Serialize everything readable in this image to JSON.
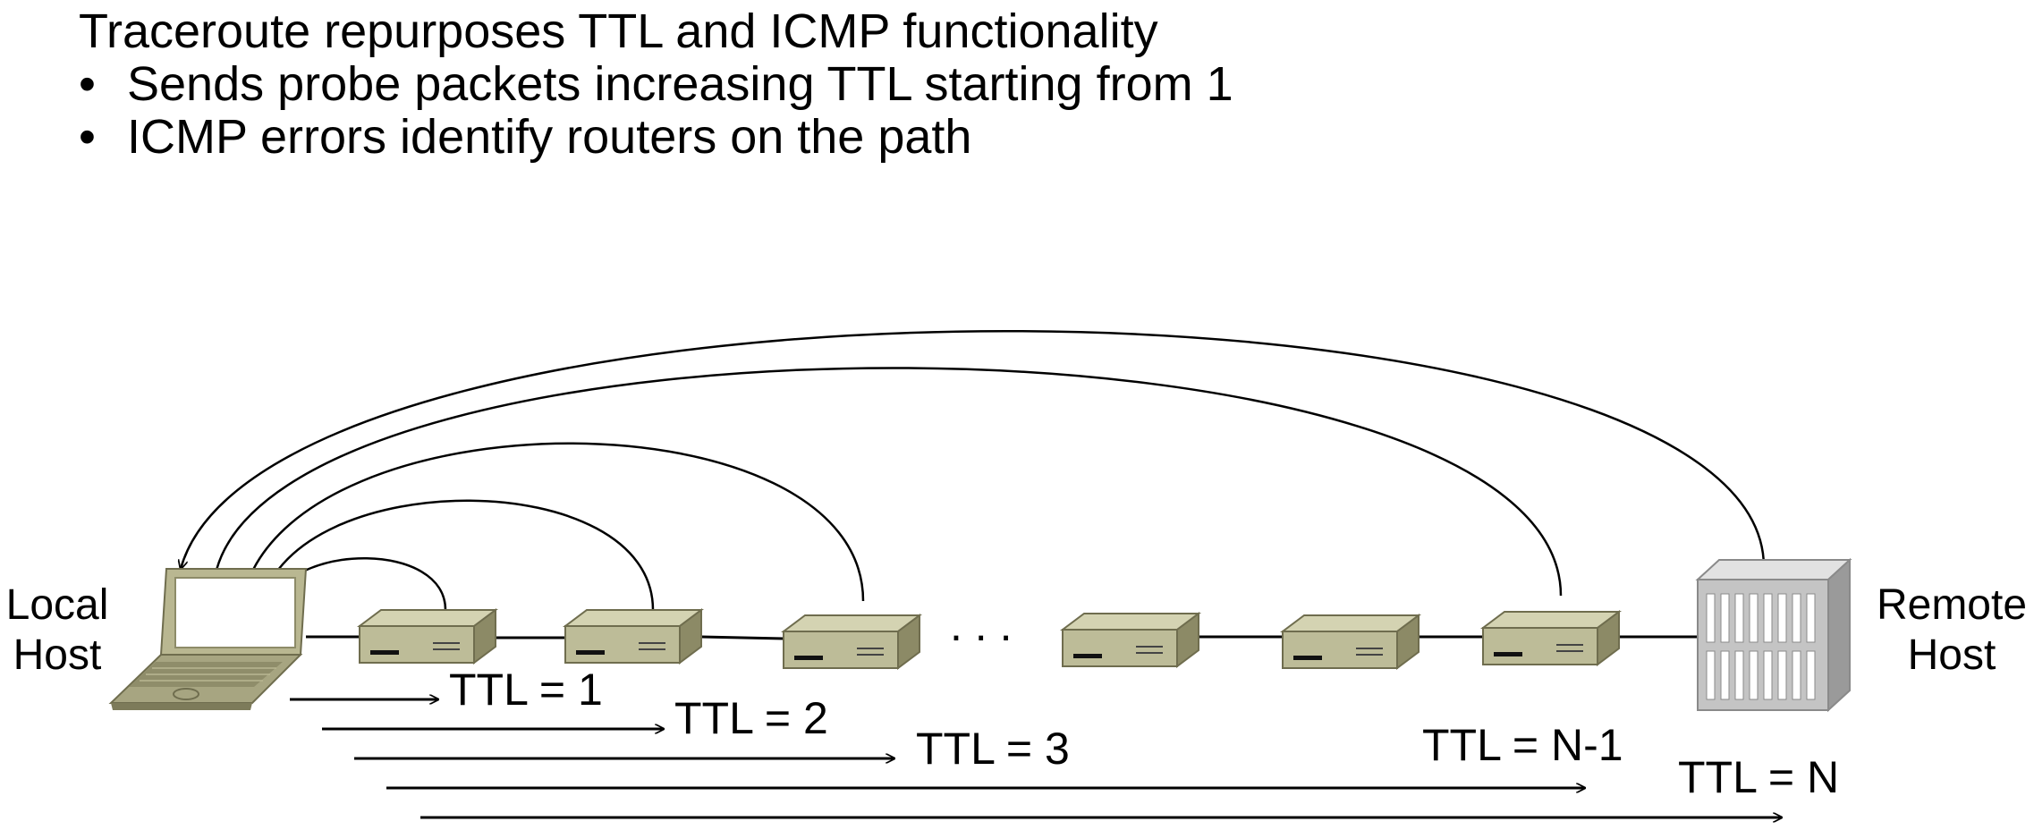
{
  "heading": "Traceroute repurposes TTL and ICMP functionality",
  "bullets": [
    "Sends probe packets increasing TTL starting from 1",
    "ICMP errors identify routers on the path"
  ],
  "bullet_glyph": "•",
  "diagram": {
    "local_host": [
      "Local",
      "Host"
    ],
    "remote_host": [
      "Remote",
      "Host"
    ],
    "ellipsis": ". . .",
    "probes": [
      "TTL = 1",
      "TTL = 2",
      "TTL = 3",
      "TTL = N-1",
      "TTL = N"
    ]
  },
  "colors": {
    "router_top": "#d4d3b2",
    "router_front": "#bdbc98",
    "router_side": "#8c8a66",
    "server_body": "#c4c4c4",
    "server_side": "#9a9a9a",
    "server_top": "#e2e2e2",
    "laptop_body": "#b9b791",
    "laptop_dark": "#7d7b5a",
    "line": "#000000"
  },
  "icons": [
    "laptop-icon",
    "router-icon",
    "server-icon"
  ]
}
